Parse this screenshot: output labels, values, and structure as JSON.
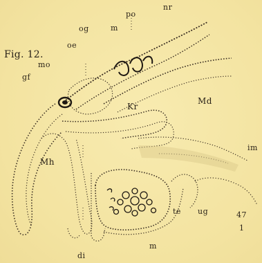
{
  "figure": {
    "caption": "Fig. 12.",
    "labels": {
      "nr": "nr",
      "po": "po",
      "og": "og",
      "m_top": "m",
      "oe": "oe",
      "mo": "mo",
      "gf": "gf",
      "Kr": "Kr",
      "Md": "Md",
      "im": "im",
      "Mh": "Mh",
      "te": "te",
      "ug": "ug",
      "num47": "47",
      "num1": "1",
      "m_bottom": "m",
      "di": "di"
    }
  },
  "colors": {
    "paper": "#f6e8a6",
    "ink": "#2a2218"
  }
}
